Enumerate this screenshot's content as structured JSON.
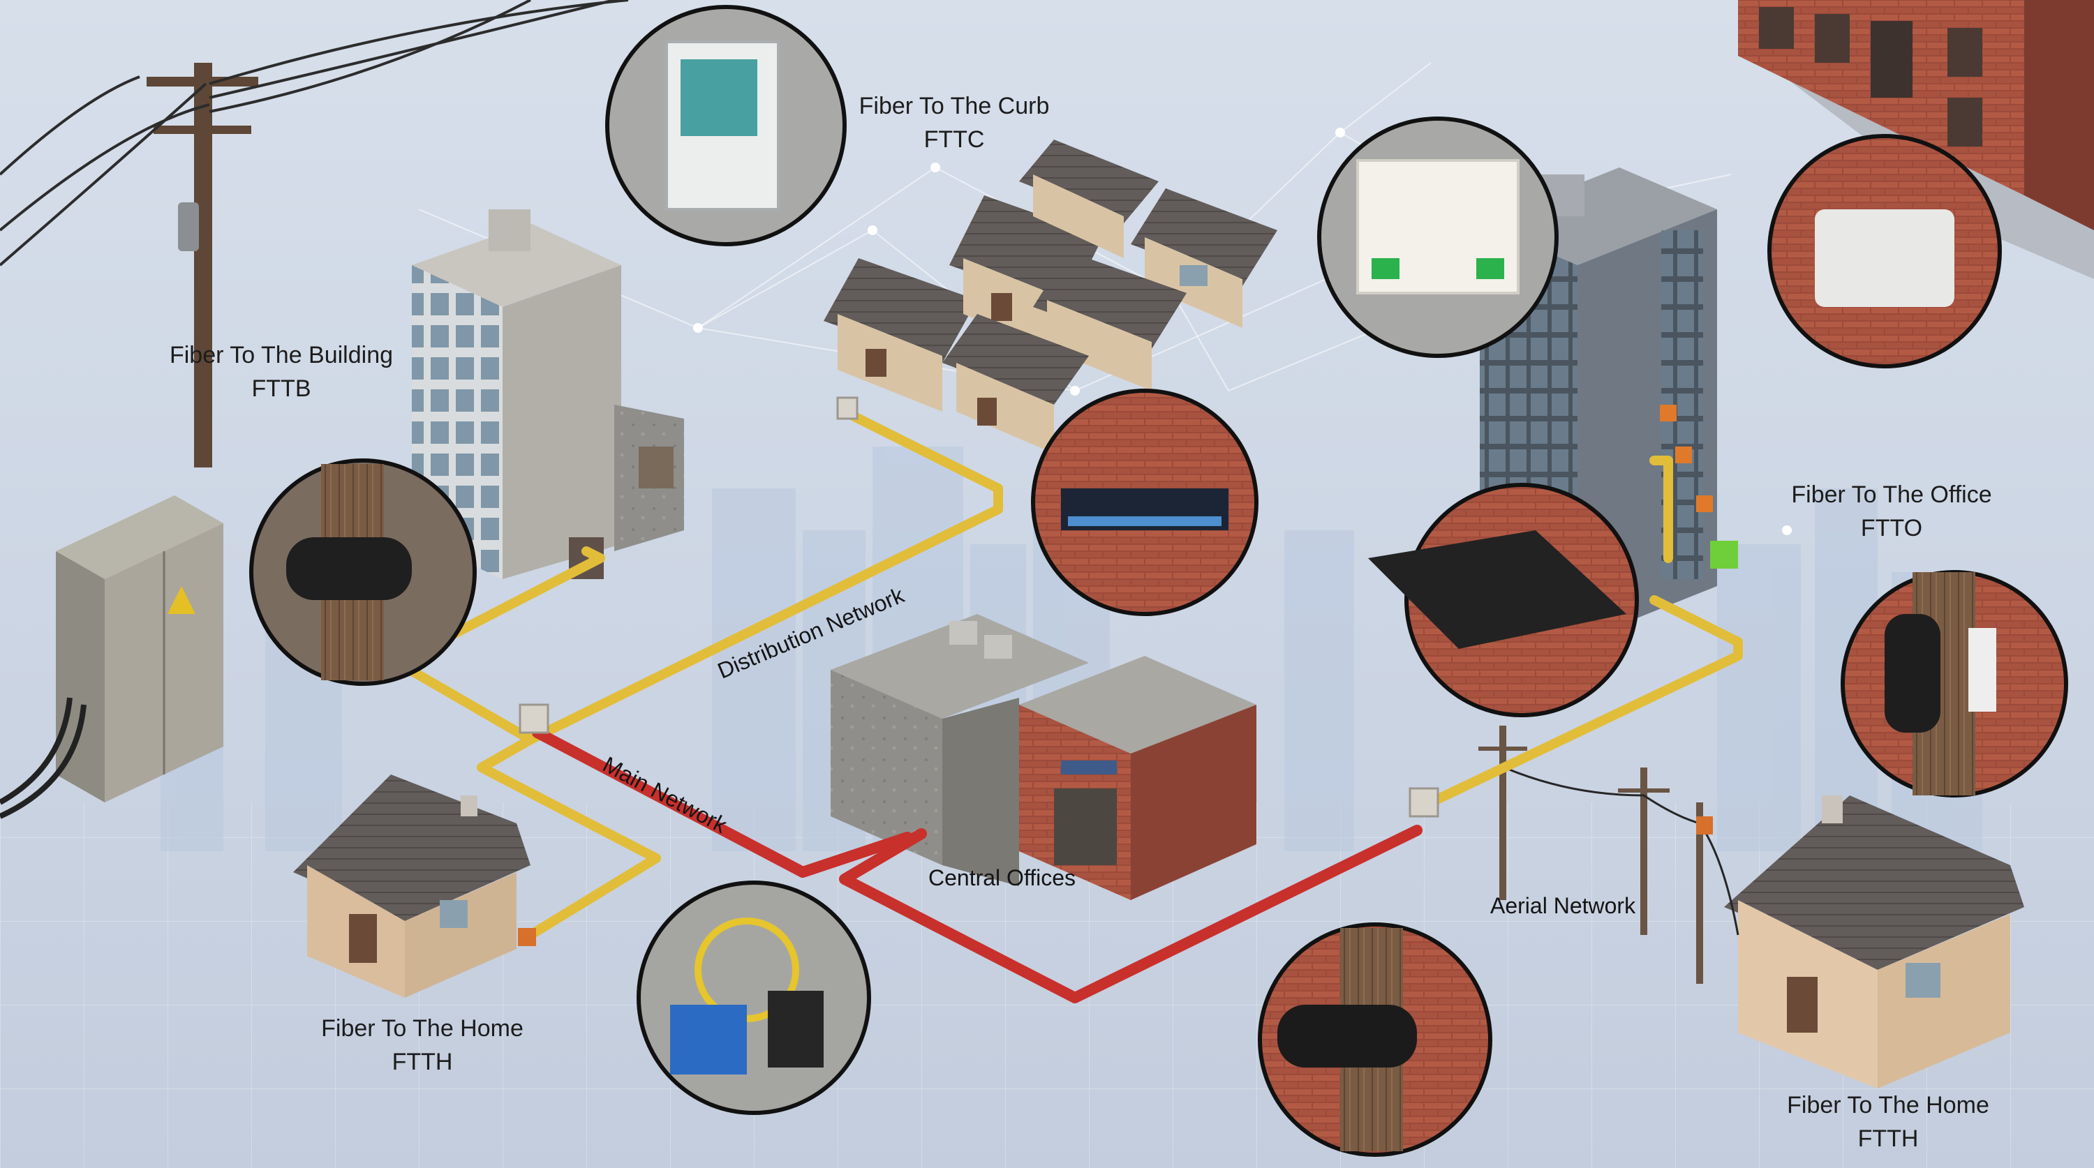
{
  "labels": {
    "fttb": {
      "title": "Fiber To The Building",
      "abbr": "FTTB"
    },
    "fttc": {
      "title": "Fiber To The Curb",
      "abbr": "FTTC"
    },
    "ftto": {
      "title": "Fiber To The Office",
      "abbr": "FTTO"
    },
    "ftth_left": {
      "title": "Fiber To The Home",
      "abbr": "FTTH"
    },
    "ftth_right": {
      "title": "Fiber To The Home",
      "abbr": "FTTH"
    }
  },
  "networks": {
    "distribution": "Distribution Network",
    "main": "Main Network",
    "aerial": "Aerial Network",
    "central": "Central Offices"
  },
  "colors": {
    "distribution_cable": "#e2bd3a",
    "main_cable": "#c8302c",
    "background": "#cfd8e6",
    "brick": "#9c4a3a"
  }
}
